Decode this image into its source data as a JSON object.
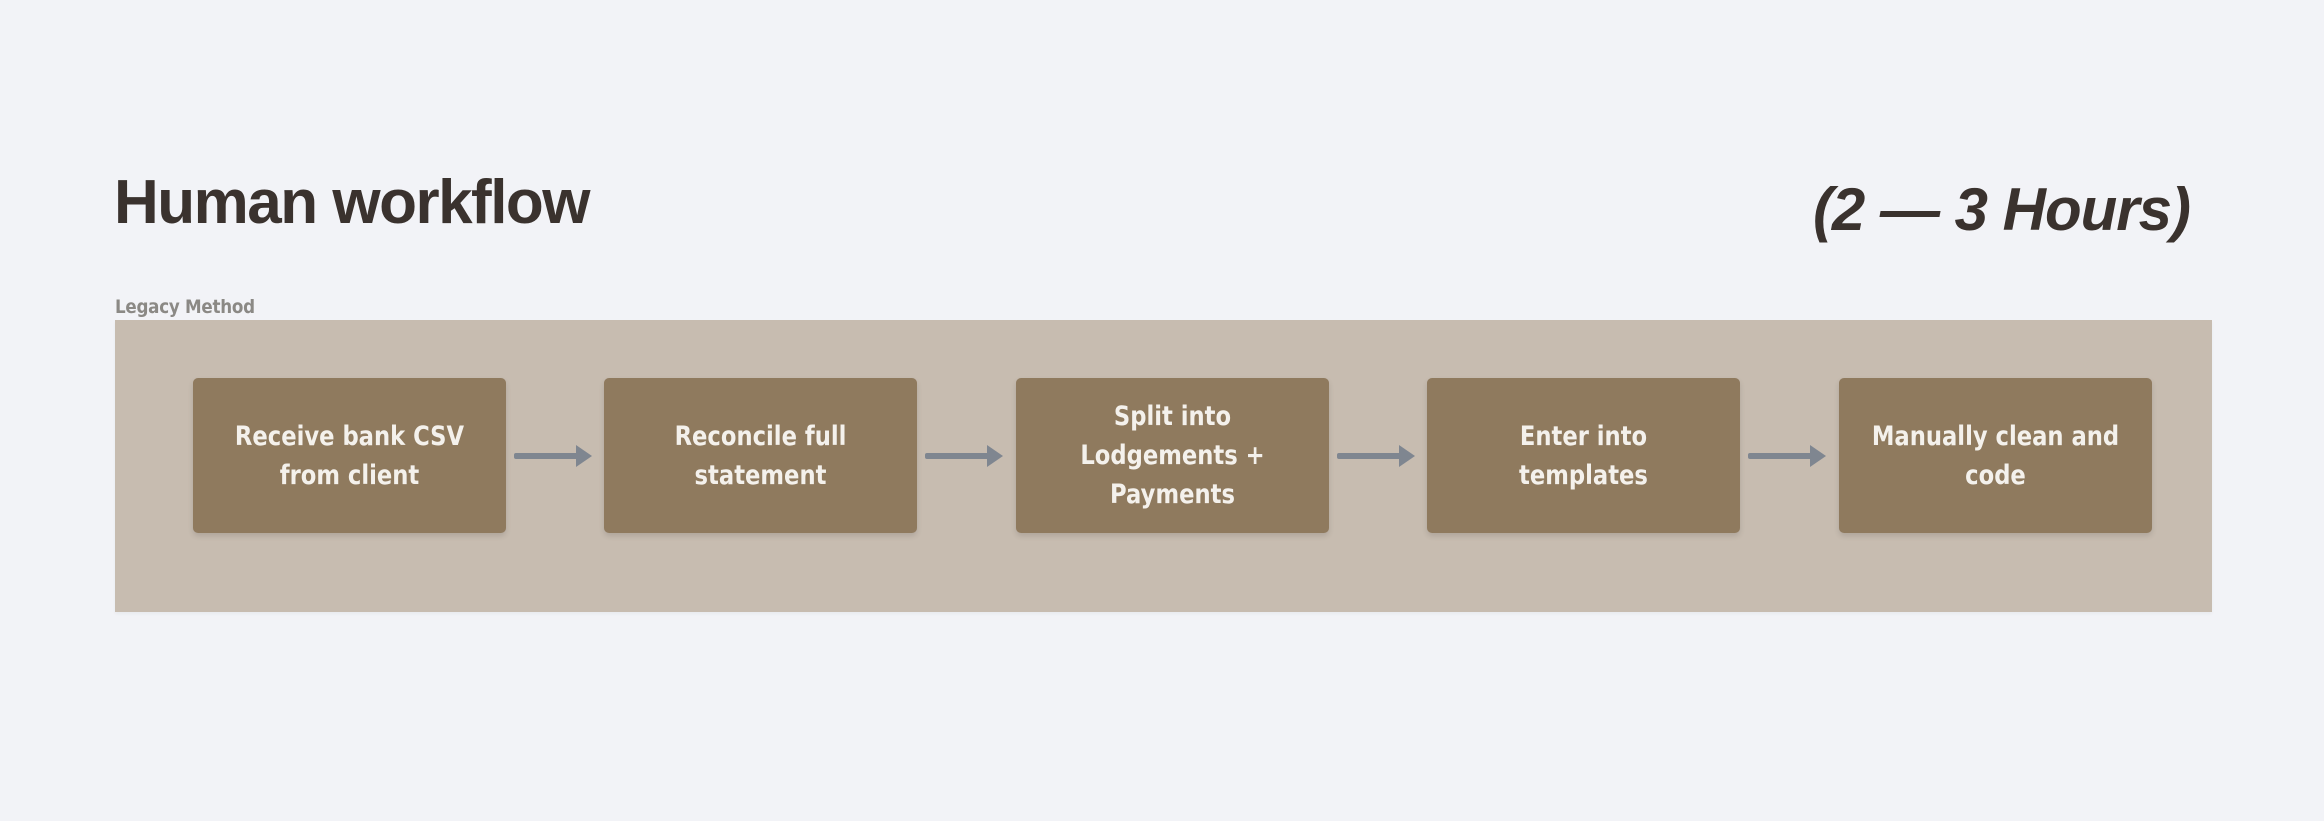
{
  "header": {
    "title": "Human workflow",
    "duration": "(2 — 3 Hours)"
  },
  "section": {
    "label": "Legacy Method"
  },
  "steps": [
    {
      "label": "Receive bank CSV from client"
    },
    {
      "label": "Reconcile full statement"
    },
    {
      "label": "Split into Lodgements + Payments"
    },
    {
      "label": "Enter into templates"
    },
    {
      "label": "Manually clean and code"
    }
  ],
  "colors": {
    "background": "#f2f3f7",
    "panel": "#c7bcb0",
    "step_box": "#8f7a5e",
    "step_text": "#f4f1ec",
    "arrow": "#7f8690",
    "title_text": "#3a322e",
    "label_text": "#8b8985"
  }
}
